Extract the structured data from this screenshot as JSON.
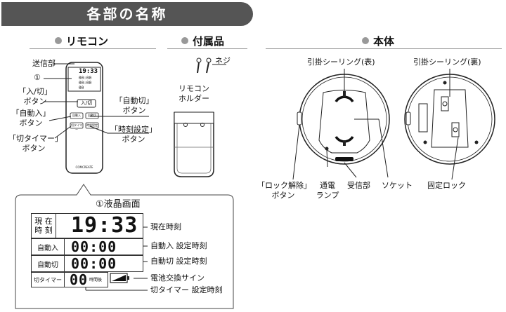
{
  "header": {
    "title": "各部の名称"
  },
  "sections": {
    "remote": "リモコン",
    "accessories": "付属品",
    "main": "本体"
  },
  "remote": {
    "labels": {
      "transmitter": "送信部",
      "lcd_marker": "①",
      "on_off_1": "「入/切」",
      "on_off_2": "ボタン",
      "auto_on_1": "「自動入」",
      "auto_on_2": "ボタン",
      "off_timer_1": "「切タイマー」",
      "off_timer_2": "ボタン",
      "auto_off_1": "「自動切」",
      "auto_off_2": "ボタン",
      "time_set_1": "「時刻設定」",
      "time_set_2": "ボタン"
    },
    "device": {
      "clock": "19:33",
      "small_1": "00:00",
      "small_2": "00:00",
      "small_3": "00",
      "btn_main": "入/切",
      "btn_a": "自動入",
      "btn_b": "自動切",
      "btn_c": "切タイマー",
      "btn_d": "時刻設定",
      "brand": "COMCREATE"
    }
  },
  "accessories": {
    "screw": "ネジ",
    "holder_1": "リモコン",
    "holder_2": "ホルダー"
  },
  "body_unit": {
    "front": "引掛シーリング(表)",
    "back": "引掛シーリング(裏)",
    "lock_release_1": "「ロック解除」",
    "lock_release_2": "ボタン",
    "lamp_1": "通電",
    "lamp_2": "ランプ",
    "receiver": "受信部",
    "socket": "ソケット",
    "fixed_lock": "固定ロック"
  },
  "lcd": {
    "title": "①液晶画面",
    "row1_label_1": "現 在",
    "row1_label_2": "時 刻",
    "row1_value": "19:33",
    "row2_label": "自動入",
    "row2_value": "00:00",
    "row3_label": "自動切",
    "row3_value": "00:00",
    "row4_label": "切タイマー",
    "row4_value": "00",
    "row4_unit": "時間後",
    "callouts": {
      "current_time": "現在時刻",
      "auto_on": "自動入 設定時刻",
      "auto_off": "自動切 設定時刻",
      "battery": "電池交換サイン",
      "off_timer": "切タイマー 設定時刻"
    }
  }
}
